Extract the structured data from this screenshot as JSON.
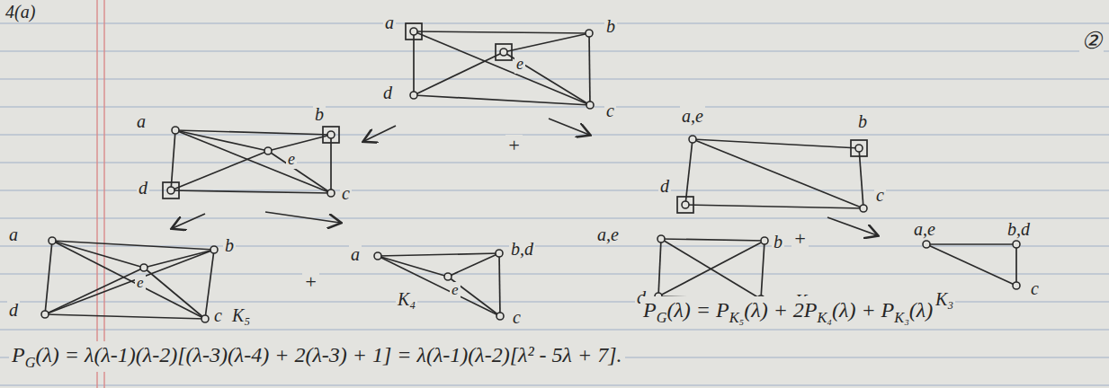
{
  "diagram": {
    "labels": [
      "4(a)",
      "②",
      "a",
      "b",
      "e",
      "d",
      "c",
      "+",
      "a",
      "b",
      "e",
      "d",
      "c",
      "a,e",
      "b",
      "d",
      "c",
      "a",
      "b",
      "e",
      "d",
      "c",
      "K₅",
      "+",
      "a",
      "b,d",
      "e",
      "K₄",
      "c",
      "a,e",
      "b",
      "+",
      "d",
      "c",
      "K₄",
      "a,e",
      "b,d",
      "K₃",
      "c",
      "P",
      "G",
      "(λ) = P",
      "K₅",
      "(λ) + 2P",
      "K₄",
      "(λ) + P",
      "K₃",
      "(λ)",
      "P",
      "G",
      "(λ) = λ(λ-1)(λ-2)[(λ-3)(λ-4) + 2(λ-3) + 1] = λ(λ-1)(λ-2)[λ² - 5λ + 7]."
    ]
  }
}
